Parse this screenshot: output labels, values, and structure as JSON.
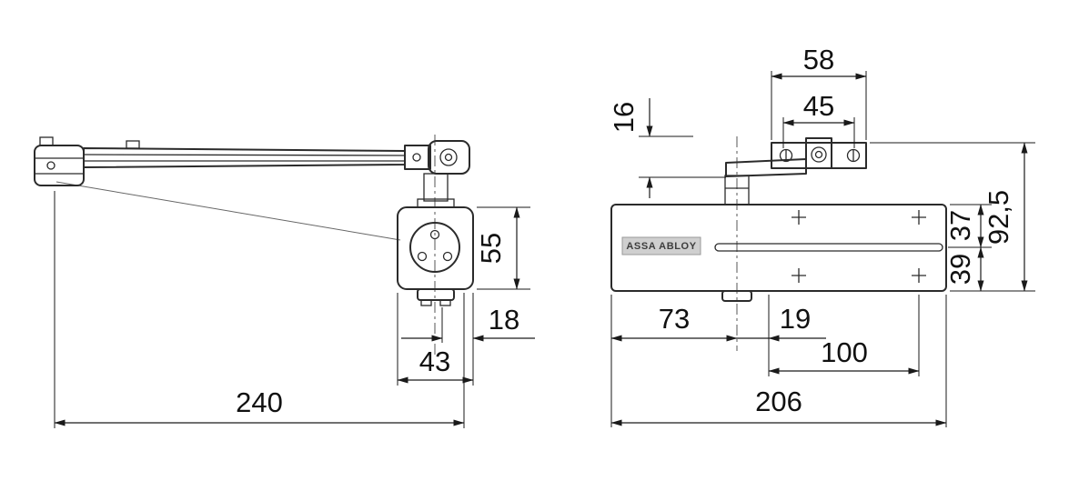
{
  "drawing": {
    "brand_label": "ASSA ABLOY",
    "colors": {
      "line": "#1a1a1a",
      "label_bg": "#cfcfcf"
    },
    "left_view": {
      "description": "top view of door closer with arm",
      "dimensions": {
        "plate_height": "55",
        "edge_offset": "18",
        "plate_width": "43",
        "total_length": "240"
      }
    },
    "right_view": {
      "description": "front view of door closer body",
      "dimensions": {
        "bracket_width": "58",
        "screw_spacing": "45",
        "arm_clearance": "16",
        "top_to_slot": "37",
        "slot_to_bottom": "39",
        "overall_height": "92,5",
        "end_to_spindle": "73",
        "spindle_offset": "19",
        "fixing_spacing": "100",
        "body_length": "206"
      }
    }
  }
}
